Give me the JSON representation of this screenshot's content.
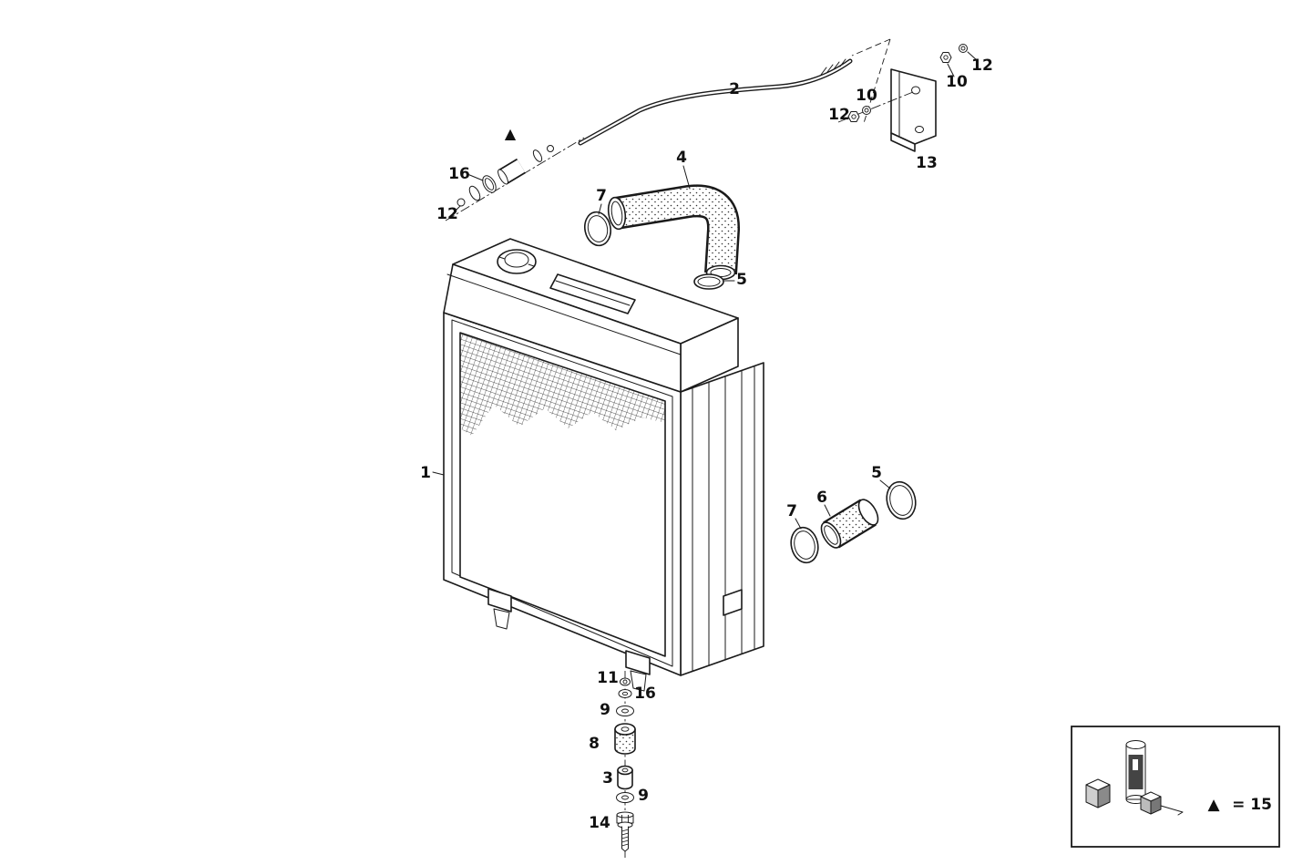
{
  "colors": {
    "background": "#ffffff",
    "ink": "#1a1a1a"
  },
  "diagram": {
    "labels": {
      "p1": "1",
      "p2": "2",
      "p3": "3",
      "p4": "4",
      "p5a": "5",
      "p5b": "5",
      "p6": "6",
      "p7a": "7",
      "p7b": "7",
      "p8": "8",
      "p9a": "9",
      "p9b": "9",
      "p10a": "10",
      "p10b": "10",
      "p11": "11",
      "p12a": "12",
      "p12b": "12",
      "p12c": "12",
      "p13": "13",
      "p14": "14",
      "p16a": "16",
      "p16b": "16"
    },
    "legend": {
      "marker": "▲",
      "equals_text": "= 15"
    }
  }
}
